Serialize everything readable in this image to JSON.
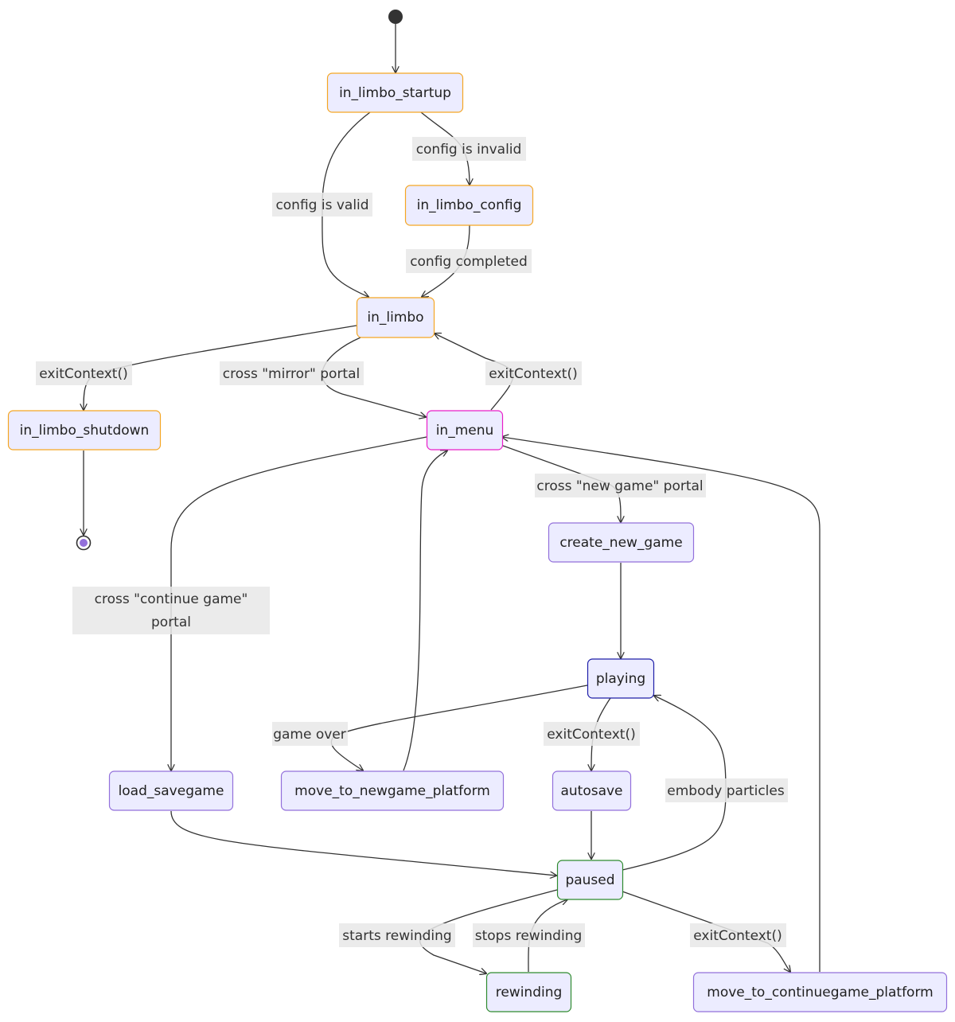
{
  "colors": {
    "node_fill": "#ECECFF",
    "limbo": "#F5A623",
    "menu": "#E91EC8",
    "default": "#9370DB",
    "playing": "#1E1EA8",
    "paused": "#2E8B2E",
    "edge": "#333333",
    "label_bg": "#E8E8E8",
    "start": "#333333",
    "end_inner": "#9370DB"
  },
  "states": {
    "in_limbo_startup": {
      "label": "in_limbo_startup",
      "style": "limbo"
    },
    "in_limbo_config": {
      "label": "in_limbo_config",
      "style": "limbo"
    },
    "in_limbo": {
      "label": "in_limbo",
      "style": "limbo"
    },
    "in_limbo_shutdown": {
      "label": "in_limbo_shutdown",
      "style": "limbo"
    },
    "in_menu": {
      "label": "in_menu",
      "style": "menu"
    },
    "create_new_game": {
      "label": "create_new_game",
      "style": "default"
    },
    "playing": {
      "label": "playing",
      "style": "playing"
    },
    "load_savegame": {
      "label": "load_savegame",
      "style": "default"
    },
    "move_to_newgame_platform": {
      "label": "move_to_newgame_platform",
      "style": "default"
    },
    "autosave": {
      "label": "autosave",
      "style": "default"
    },
    "paused": {
      "label": "paused",
      "style": "paused"
    },
    "rewinding": {
      "label": "rewinding",
      "style": "paused"
    },
    "move_to_continuegame_platform": {
      "label": "move_to_continuegame_platform",
      "style": "default"
    }
  },
  "transitions": {
    "start_to_startup": {
      "from": "start",
      "to": "in_limbo_startup",
      "label": ""
    },
    "startup_to_limbo": {
      "from": "in_limbo_startup",
      "to": "in_limbo",
      "label": "config is valid"
    },
    "startup_to_config": {
      "from": "in_limbo_startup",
      "to": "in_limbo_config",
      "label": "config is invalid"
    },
    "config_to_limbo": {
      "from": "in_limbo_config",
      "to": "in_limbo",
      "label": "config completed"
    },
    "limbo_to_shutdown": {
      "from": "in_limbo",
      "to": "in_limbo_shutdown",
      "label": "exitContext()"
    },
    "limbo_to_menu": {
      "from": "in_limbo",
      "to": "in_menu",
      "label": "cross \"mirror\" portal"
    },
    "menu_to_limbo": {
      "from": "in_menu",
      "to": "in_limbo",
      "label": "exitContext()"
    },
    "shutdown_to_end": {
      "from": "in_limbo_shutdown",
      "to": "end",
      "label": ""
    },
    "menu_to_create": {
      "from": "in_menu",
      "to": "create_new_game",
      "label": "cross \"new game\" portal"
    },
    "menu_to_load": {
      "from": "in_menu",
      "to": "load_savegame",
      "label_lines": [
        "cross \"continue game\"",
        "portal"
      ]
    },
    "create_to_playing": {
      "from": "create_new_game",
      "to": "playing",
      "label": ""
    },
    "playing_to_newgame": {
      "from": "playing",
      "to": "move_to_newgame_platform",
      "label": "game over"
    },
    "newgame_to_menu": {
      "from": "move_to_newgame_platform",
      "to": "in_menu",
      "label": ""
    },
    "playing_to_autosave": {
      "from": "playing",
      "to": "autosave",
      "label": "exitContext()"
    },
    "autosave_to_paused": {
      "from": "autosave",
      "to": "paused",
      "label": ""
    },
    "load_to_paused": {
      "from": "load_savegame",
      "to": "paused",
      "label": ""
    },
    "paused_to_playing": {
      "from": "paused",
      "to": "playing",
      "label": "embody particles"
    },
    "paused_to_rewinding": {
      "from": "paused",
      "to": "rewinding",
      "label": "starts rewinding"
    },
    "rewinding_to_paused": {
      "from": "rewinding",
      "to": "paused",
      "label": "stops rewinding"
    },
    "paused_to_continue": {
      "from": "paused",
      "to": "move_to_continuegame_platform",
      "label": "exitContext()"
    },
    "continue_to_menu": {
      "from": "move_to_continuegame_platform",
      "to": "in_menu",
      "label": ""
    }
  }
}
